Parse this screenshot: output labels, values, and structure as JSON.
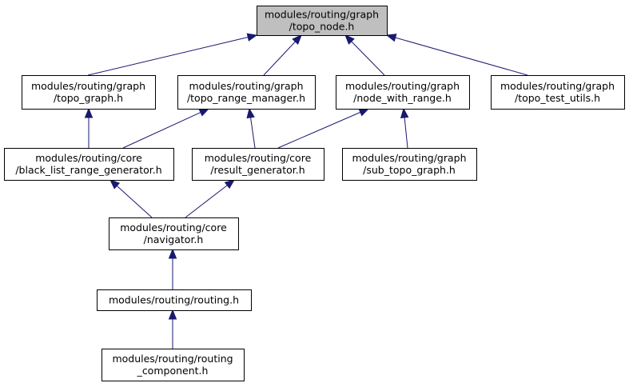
{
  "colors": {
    "edge": "#191970",
    "root_fill": "#bfbfbf",
    "node_fill": "#ffffff",
    "border": "#000000"
  },
  "nodes": [
    {
      "id": "topo_node",
      "lines": [
        "modules/routing/graph",
        "/topo_node.h"
      ],
      "highlighted": true
    },
    {
      "id": "topo_graph",
      "lines": [
        "modules/routing/graph",
        "/topo_graph.h"
      ]
    },
    {
      "id": "topo_range_manager",
      "lines": [
        "modules/routing/graph",
        "/topo_range_manager.h"
      ]
    },
    {
      "id": "node_with_range",
      "lines": [
        "modules/routing/graph",
        "/node_with_range.h"
      ]
    },
    {
      "id": "topo_test_utils",
      "lines": [
        "modules/routing/graph",
        "/topo_test_utils.h"
      ]
    },
    {
      "id": "black_list_range_generator",
      "lines": [
        "modules/routing/core",
        "/black_list_range_generator.h"
      ]
    },
    {
      "id": "result_generator",
      "lines": [
        "modules/routing/core",
        "/result_generator.h"
      ]
    },
    {
      "id": "sub_topo_graph",
      "lines": [
        "modules/routing/graph",
        "/sub_topo_graph.h"
      ]
    },
    {
      "id": "navigator",
      "lines": [
        "modules/routing/core",
        "/navigator.h"
      ]
    },
    {
      "id": "routing",
      "lines": [
        "modules/routing/routing.h"
      ]
    },
    {
      "id": "routing_component",
      "lines": [
        "modules/routing/routing",
        "_component.h"
      ]
    }
  ],
  "edges": [
    {
      "from": "topo_graph",
      "to": "topo_node"
    },
    {
      "from": "topo_range_manager",
      "to": "topo_node"
    },
    {
      "from": "node_with_range",
      "to": "topo_node"
    },
    {
      "from": "topo_test_utils",
      "to": "topo_node"
    },
    {
      "from": "black_list_range_generator",
      "to": "topo_graph"
    },
    {
      "from": "black_list_range_generator",
      "to": "topo_range_manager"
    },
    {
      "from": "result_generator",
      "to": "topo_range_manager"
    },
    {
      "from": "result_generator",
      "to": "node_with_range"
    },
    {
      "from": "sub_topo_graph",
      "to": "node_with_range"
    },
    {
      "from": "navigator",
      "to": "black_list_range_generator"
    },
    {
      "from": "navigator",
      "to": "result_generator"
    },
    {
      "from": "routing",
      "to": "navigator"
    },
    {
      "from": "routing_component",
      "to": "routing"
    }
  ]
}
